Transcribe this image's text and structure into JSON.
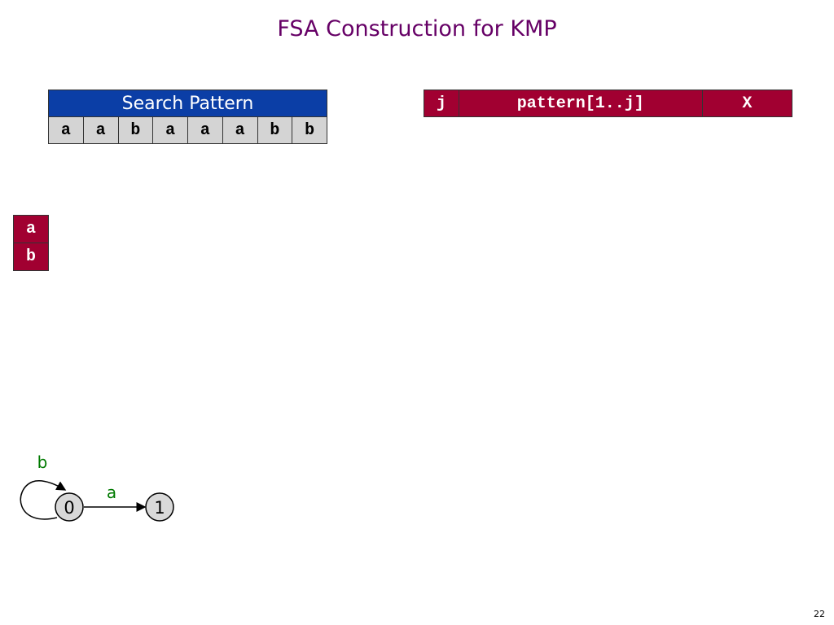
{
  "slide": {
    "title": "FSA Construction for KMP",
    "page_number": "22"
  },
  "pattern_table": {
    "header": "Search Pattern",
    "chars": [
      "a",
      "a",
      "b",
      "a",
      "a",
      "a",
      "b",
      "b"
    ]
  },
  "kmp_table": {
    "headers": [
      "j",
      "pattern[1..j]",
      "X"
    ]
  },
  "alphabet": [
    "a",
    "b"
  ],
  "fsa": {
    "states": [
      "0",
      "1"
    ],
    "self_loop_label": "b",
    "edge_label": "a",
    "colors": {
      "state_fill": "#d9d9d9",
      "label": "#007a00"
    }
  }
}
